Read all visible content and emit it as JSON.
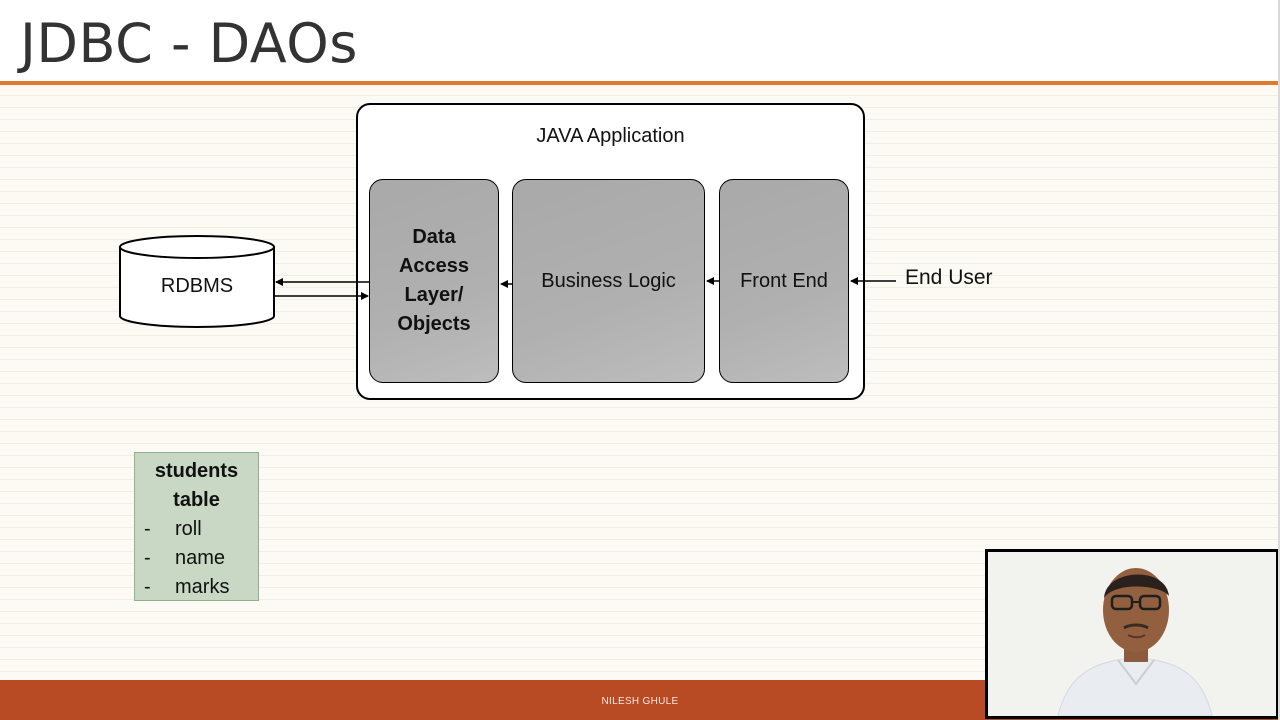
{
  "slide": {
    "title": "JDBC - DAOs",
    "footer": "NILESH GHULE"
  },
  "diagram": {
    "app_container_label": "JAVA Application",
    "layers": {
      "data_access": [
        "Data",
        "Access",
        "Layer/",
        "Objects"
      ],
      "business_logic": "Business Logic",
      "front_end": "Front End"
    },
    "database_label": "RDBMS",
    "end_user_label": "End User"
  },
  "students_table": {
    "title_lines": [
      "students",
      "table"
    ],
    "columns": [
      "roll",
      "name",
      "marks"
    ],
    "bullet": "-"
  },
  "colors": {
    "title_rule": "#e07b2a",
    "footer_bar": "#b84a24",
    "layer_fill": "#b0b0b0",
    "table_fill": "#c9d8c4"
  },
  "webcam": {
    "icon": "presenter-video-icon"
  }
}
